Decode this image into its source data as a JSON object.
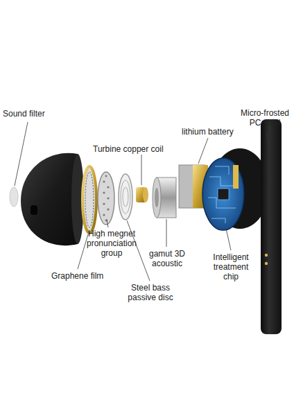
{
  "diagram": {
    "labels": [
      "Sound filter",
      "Micro-frosted PC shell",
      "lithium battery",
      "Turbine copper coil",
      "High megnet pronunciation group",
      "gamut 3D acoustic",
      "Intelligent treatment chip",
      "Graphene film",
      "Steel bass passive disc"
    ]
  }
}
